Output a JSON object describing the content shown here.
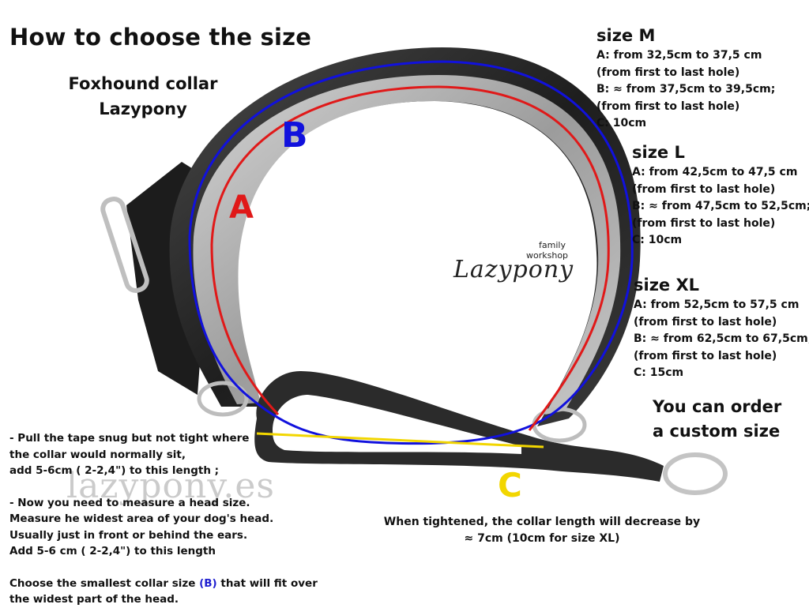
{
  "title": "How to choose the size",
  "subtitle": {
    "line1": "Foxhound collar",
    "line2": "Lazypony"
  },
  "sizes": [
    {
      "heading": "size M",
      "lines": [
        "A: from 32,5cm to 37,5 cm",
        "(from first to last hole)",
        "B: ≈ from 37,5cm to 39,5cm;",
        "(from first to last hole)",
        "C: 10cm"
      ]
    },
    {
      "heading": "size L",
      "lines": [
        "A: from 42,5cm to 47,5 cm",
        "(from first to last hole)",
        "B: ≈ from 47,5cm to 52,5cm;",
        "(from first to last hole)",
        "C: 10cm"
      ]
    },
    {
      "heading": "size XL",
      "lines": [
        "A: from 52,5cm to 57,5 cm",
        "(from first to last hole)",
        "B: ≈ from 62,5cm to 67,5cm;",
        "(from first to last hole)",
        "C: 15cm"
      ]
    }
  ],
  "custom": {
    "line1": "You can order",
    "line2": "a custom size"
  },
  "tightened_note": {
    "line1": "When tightened, the collar length will decrease by",
    "line2": "≈ 7cm (10cm for size XL)"
  },
  "instructions": {
    "p1": [
      "- Pull the tape snug but not tight where",
      "the collar would normally sit,",
      "add 5-6cm ( 2-2,4\") to this length ;"
    ],
    "p2": [
      "- Now you need to measure a head size.",
      "Measure he widest area of your dog's head.",
      "Usually just in front or behind the ears.",
      "Add 5-6 cm ( 2-2,4\") to this length"
    ],
    "p3_before": "Choose the smallest collar size ",
    "p3_highlight": "(B)",
    "p3_after": " that will fit over",
    "p3_line2": "the widest part of the head."
  },
  "diagram_labels": {
    "a": "A",
    "b": "B",
    "c": "C"
  },
  "logo": {
    "family": "family",
    "workshop": "workshop",
    "name": "Lazypony"
  },
  "watermark": "lazypony.es",
  "colors": {
    "line_a": "#e01919",
    "line_b": "#1111dd",
    "line_c": "#f2d600",
    "collar": "#2a2a2a",
    "lining": "#b9b9b9"
  }
}
